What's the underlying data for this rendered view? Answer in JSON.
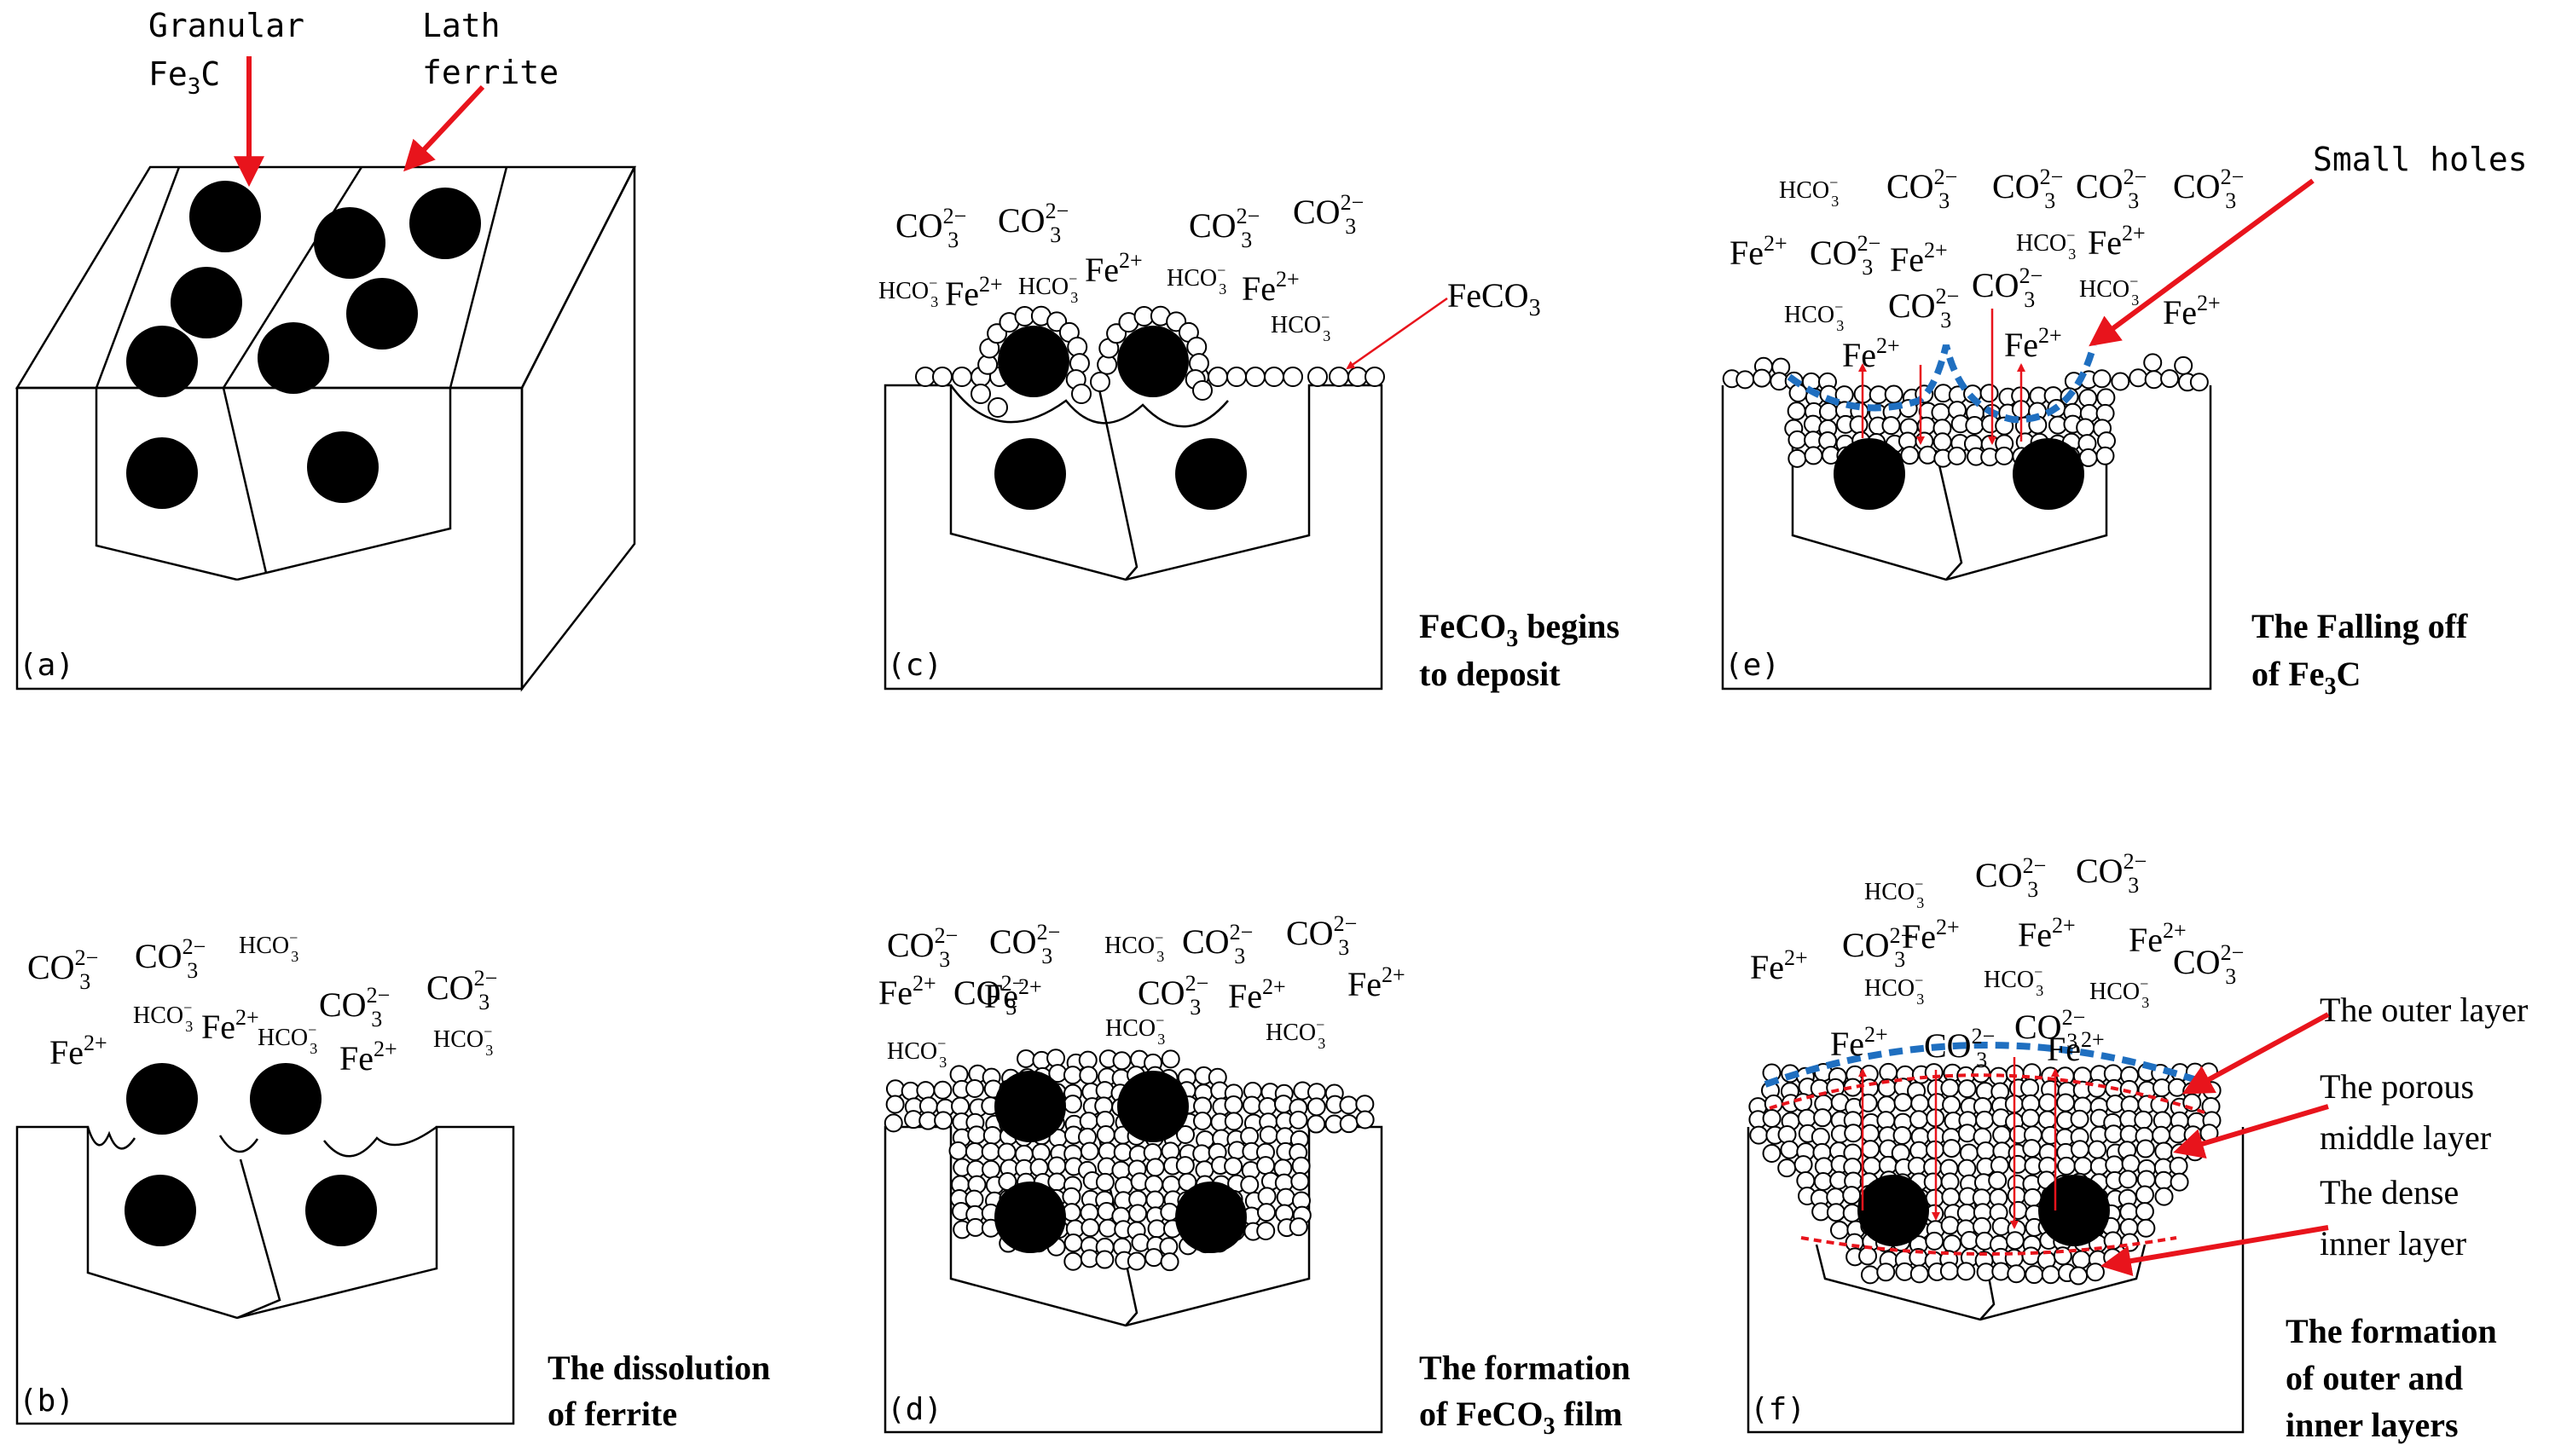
{
  "panels": {
    "a": {
      "label": "(a)",
      "annotation_fe3c": [
        "Granular",
        "Fe3C"
      ],
      "annotation_ferrite": [
        "Lath",
        "ferrite"
      ]
    },
    "b": {
      "label": "(b)",
      "caption": [
        "The dissolution",
        "of ferrite"
      ]
    },
    "c": {
      "label": "(c)",
      "caption": [
        "FeCO3 begins",
        "to deposit"
      ],
      "annotation": "FeCO3"
    },
    "d": {
      "label": "(d)",
      "caption": [
        "The formation",
        "of FeCO3 film"
      ]
    },
    "e": {
      "label": "(e)",
      "caption": [
        "The Falling off",
        "of Fe3C"
      ],
      "annotation": "Small holes"
    },
    "f": {
      "label": "(f)",
      "caption": [
        "The formation",
        "of outer and",
        "inner layers"
      ],
      "annotations": [
        "The outer layer",
        "The porous",
        "middle layer",
        "The dense",
        "inner layer"
      ]
    }
  },
  "ions": {
    "fe": {
      "base": "Fe",
      "sup": "2+"
    },
    "co3": {
      "base": "CO",
      "sub": "3",
      "sup": "2−"
    },
    "hco3": {
      "base": "HCO",
      "sub": "3",
      "sup": "−"
    }
  },
  "colors": {
    "arrow": "#e8141c",
    "outer_dash": "#1f6fc0",
    "inner_dash": "#e8141c",
    "ink": "#000000"
  }
}
